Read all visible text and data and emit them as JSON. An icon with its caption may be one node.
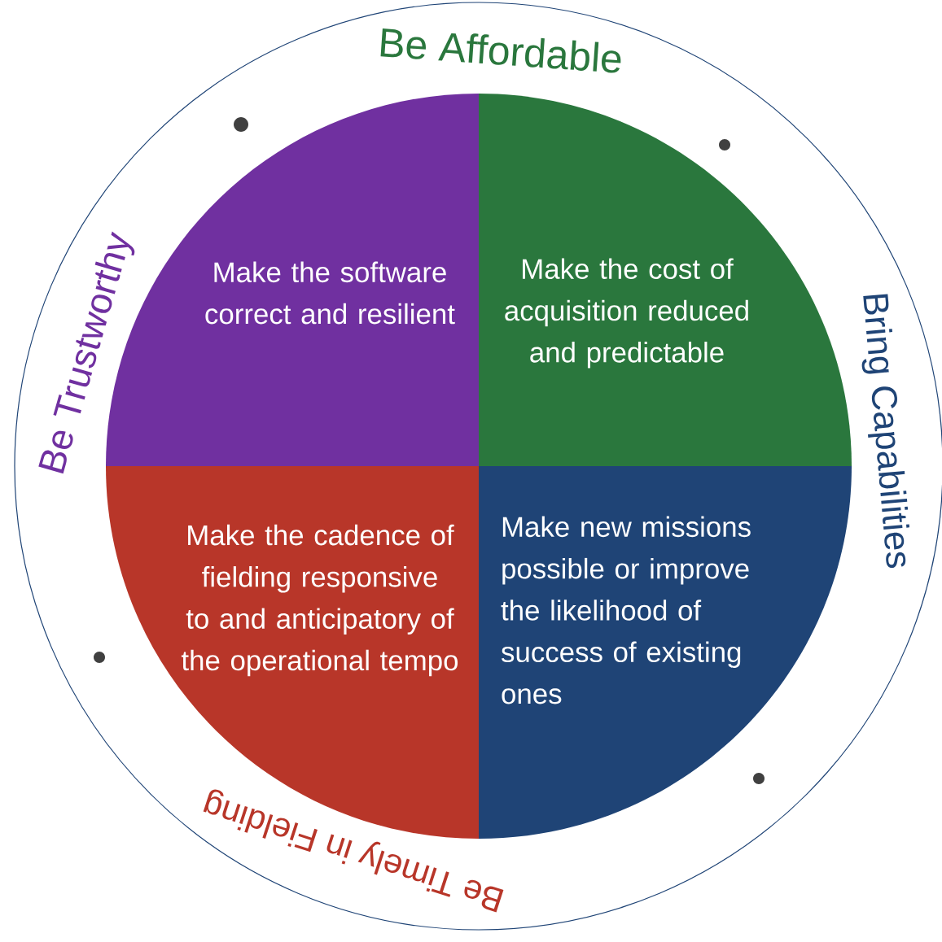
{
  "diagram": {
    "nodes": [
      {
        "text": [
          "Make the software correct and resilient"
        ]
      },
      {
        "text": [
          "Make the cost of acquisition reduced and predictable"
        ]
      },
      {
        "text": [
          "Make the cadence of fielding responsive to and anticipatory of the operational tempo"
        ]
      },
      {
        "text": [
          "Make new missions possible or improve the likelihood of success of existing ones"
        ]
      }
    ],
    "labels": [
      "Be Affordable",
      "Bring Capabilities",
      "Be Timely in Fielding",
      "Be Trustworthy"
    ]
  }
}
